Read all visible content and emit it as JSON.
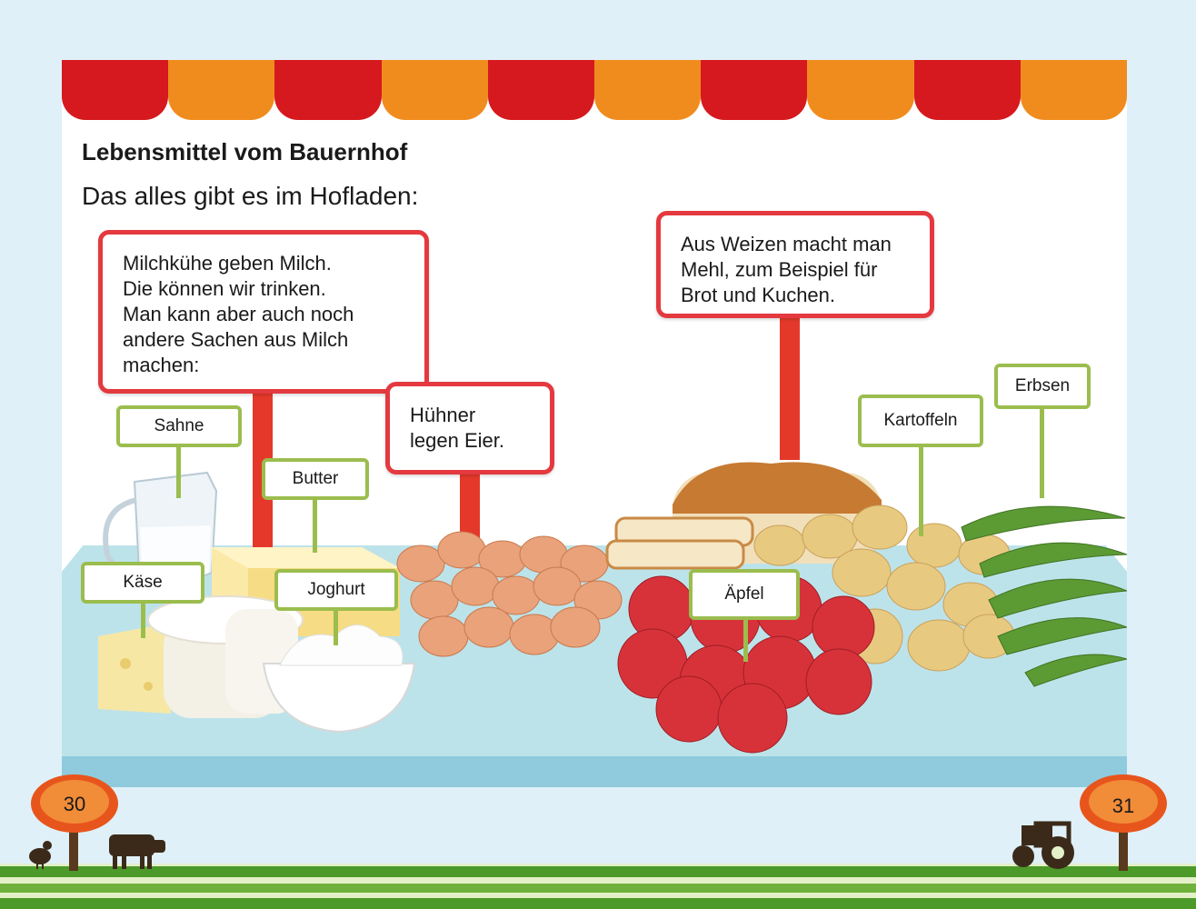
{
  "awning_colors": [
    "#d6191e",
    "#f08c1e",
    "#d6191e",
    "#f08c1e",
    "#d6191e",
    "#f08c1e",
    "#d6191e",
    "#f08c1e",
    "#d6191e",
    "#f08c1e"
  ],
  "heading": "Lebensmittel vom Bauernhof",
  "intro": "Das alles gibt es im Hofladen:",
  "signs": {
    "milk": [
      "Milchkühe geben Milch.",
      "Die können wir trinken.",
      "Man kann aber auch noch",
      "andere Sachen aus Milch",
      "machen:"
    ],
    "eggs": [
      "Hühner",
      "legen Eier."
    ],
    "wheat": [
      "Aus Weizen macht man",
      "Mehl, zum Beispiel für",
      "Brot und Kuchen."
    ]
  },
  "labels": {
    "sahne": "Sahne",
    "butter": "Butter",
    "kaese": "Käse",
    "joghurt": "Joghurt",
    "aepfel": "Äpfel",
    "kartoffeln": "Kartoffeln",
    "erbsen": "Erbsen"
  },
  "pages": {
    "left": "30",
    "right": "31"
  },
  "colors": {
    "sign_border": "#e4393f",
    "label_border": "#9bbd4e",
    "tree": "#e8551c",
    "ground": "#4c9a2a"
  }
}
